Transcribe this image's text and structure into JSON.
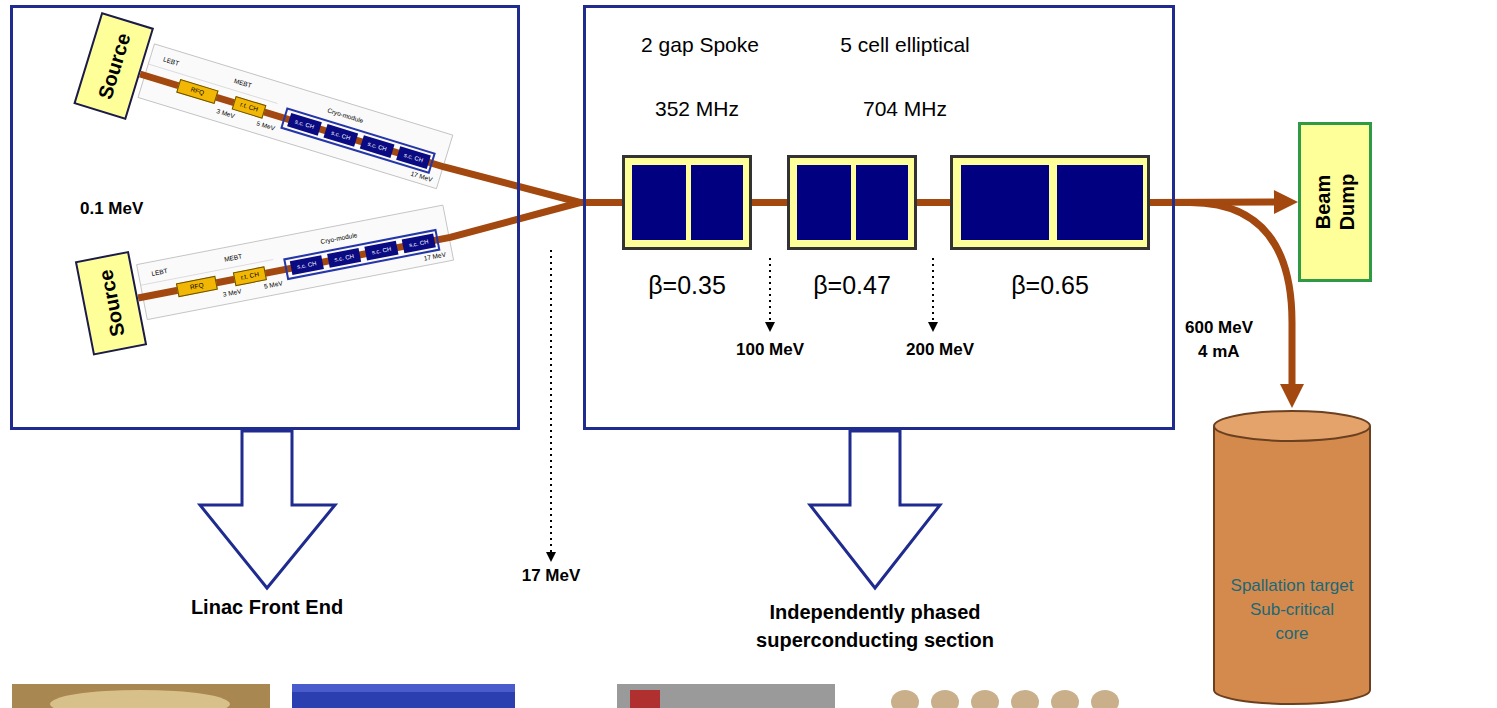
{
  "diagram": {
    "nodes": [
      {
        "text": [
          "0.1 MeV"
        ]
      },
      {
        "text": [
          "Source"
        ],
        "in": 0
      },
      {
        "text": [
          "RFQ"
        ],
        "in": 0
      },
      {
        "text": [
          "r.t. CH"
        ],
        "in": 0
      },
      {
        "text": [
          "Cryo-module"
        ],
        "in": 0
      },
      {
        "text": [
          "s.c. CH"
        ],
        "in": 4
      },
      {
        "text": [
          "s.c. CH"
        ],
        "in": 4
      },
      {
        "text": [
          "s.c. CH"
        ],
        "in": 4
      },
      {
        "text": [
          "s.c. CH"
        ],
        "in": 4
      },
      {
        "text": [
          "Source"
        ],
        "in": 0
      },
      {
        "text": [
          "RFQ"
        ],
        "in": 0
      },
      {
        "text": [
          "r.t. CH"
        ],
        "in": 0
      },
      {
        "text": [
          "Cryo-module"
        ],
        "in": 0
      },
      {
        "text": [
          "s.c. CH"
        ],
        "in": 12
      },
      {
        "text": [
          "s.c. CH"
        ],
        "in": 12
      },
      {
        "text": [
          "s.c. CH"
        ],
        "in": 12
      },
      {
        "text": [
          "s.c. CH"
        ],
        "in": 12
      },
      {
        "text": [
          "2 gap Spoke",
          "352 MHz",
          "5 cell elliptical",
          "704 MHz",
          "100 MeV",
          "200 MeV"
        ]
      },
      {
        "text": [
          "β=0.35"
        ],
        "in": 17
      },
      {
        "text": [
          "β=0.47"
        ],
        "in": 17
      },
      {
        "text": [
          "β=0.65"
        ],
        "in": 17
      },
      {
        "text": [
          "Beam Dump"
        ]
      },
      {
        "text": [
          "Spallation target",
          "Sub-critical core"
        ]
      }
    ],
    "edges": [
      {
        "from": 1,
        "to": 18,
        "arrow": "none"
      },
      {
        "from": 9,
        "to": 18,
        "arrow": "none"
      },
      {
        "from": 18,
        "to": 19,
        "arrow": "none"
      },
      {
        "from": 19,
        "to": 20,
        "arrow": "none"
      },
      {
        "from": 20,
        "to": 21,
        "arrow": "to"
      },
      {
        "from": 20,
        "to": 22,
        "arrow": "to"
      }
    ],
    "labels": [
      "LEBT",
      "MEBT",
      "3 MeV",
      "5 MeV",
      "17 MeV",
      "LEBT",
      "MEBT",
      "3 MeV",
      "5 MeV",
      "17 MeV",
      "17 MeV",
      "Linac Front End",
      "Independently phased superconducting section",
      "600 MeV",
      "4 mA"
    ]
  }
}
